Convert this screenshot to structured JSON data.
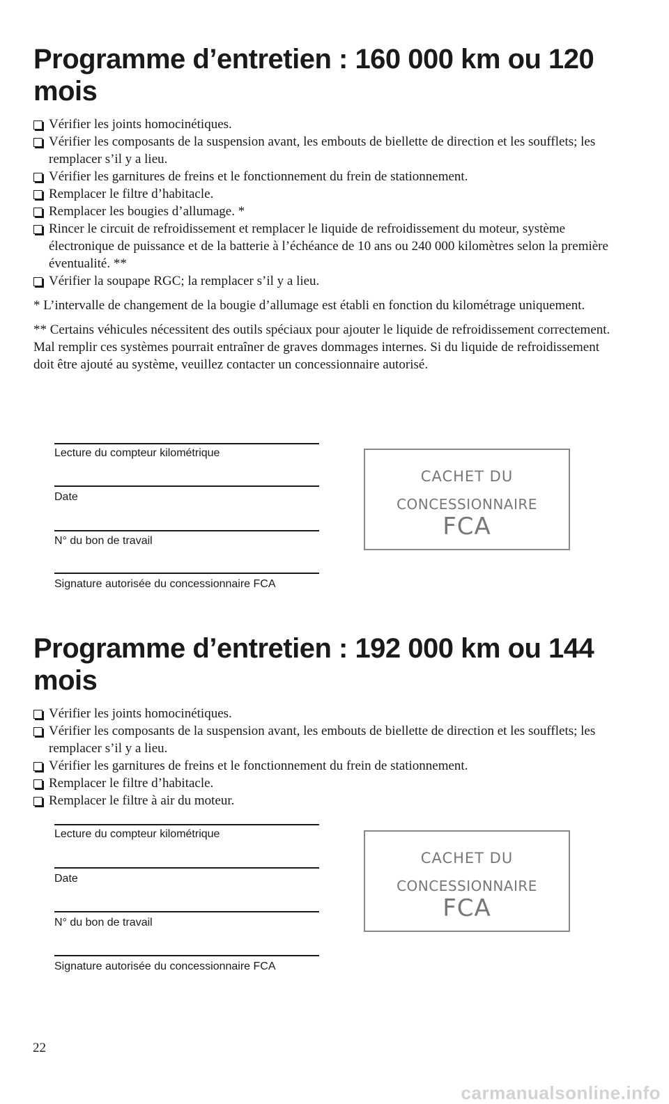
{
  "sections": [
    {
      "title": "Programme d’entretien : 160 000 km ou 120 mois",
      "items": [
        "Vérifier les joints homocinétiques.",
        "Vérifier les composants de la suspension avant, les embouts de biellette de direction et les soufflets; les remplacer s’il y a lieu.",
        "Vérifier les garnitures de freins et le fonctionnement du frein de stationnement.",
        "Remplacer le filtre d’habitacle.",
        "Remplacer les bougies d’allumage. *",
        "Rincer le circuit de refroidissement et remplacer le liquide de refroidissement du moteur, système électronique de puissance et de la batterie à l’échéance de 10 ans ou 240 000 kilomètres selon la première éventualité. **",
        "Vérifier la soupape RGC; la remplacer s’il y a lieu."
      ],
      "notes": [
        "* L’intervalle de changement de la bougie d’allumage est établi en fonction du kilométrage uniquement.",
        "** Certains véhicules nécessitent des outils spéciaux pour ajouter le liquide de refroidissement correctement. Mal remplir ces systèmes pourrait entraîner de graves dommages internes. Si du liquide de refroidissement doit être ajouté au système, veuillez contacter un concessionnaire autorisé."
      ]
    },
    {
      "title": "Programme d’entretien : 192 000 km ou 144 mois",
      "items": [
        "Vérifier les joints homocinétiques.",
        "Vérifier les composants de la suspension avant, les embouts de biellette de direction et les soufflets; les remplacer s’il y a lieu.",
        "Vérifier les garnitures de freins et le fonctionnement du frein de stationnement.",
        "Remplacer le filtre d’habitacle.",
        "Remplacer le filtre à air du moteur."
      ],
      "notes": []
    }
  ],
  "form_labels": {
    "odometer": "Lecture du compteur kilométrique",
    "date": "Date",
    "work_order": "N° du bon de travail",
    "signature": "Signature autorisée du concessionnaire FCA"
  },
  "stamp": {
    "line1": "CACHET DU",
    "line2": "CONCESSIONNAIRE",
    "line3": "FCA"
  },
  "page_number": "22",
  "watermark": "carmanualsonline.info"
}
